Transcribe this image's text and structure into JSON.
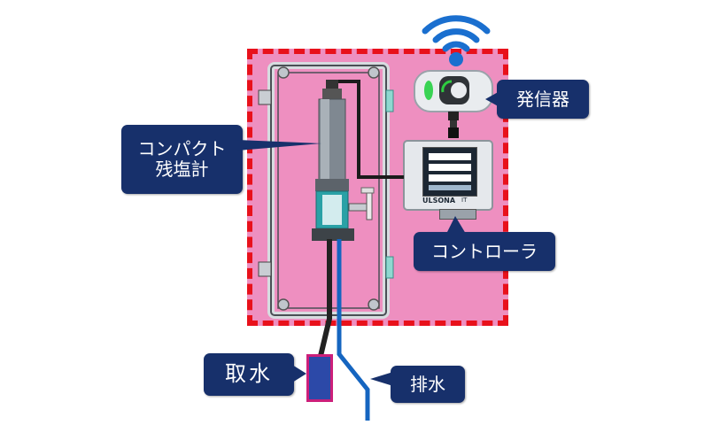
{
  "labels": {
    "compact_meter": [
      "コンパクト",
      "残塩計"
    ],
    "transmitter": "発信器",
    "controller": "コントローラ",
    "intake": "取水",
    "drain": "排水"
  },
  "controller_brand": "ULSONA",
  "controller_model": "IT",
  "colors": {
    "enclosure_fill": "#ee8fc0",
    "enclosure_border": "#e8111b",
    "label_bg": "#17306b",
    "drain_pipe": "#1565c0",
    "intake_pipe": "#222222",
    "intake_box": "#2c49a8",
    "intake_box_border": "#cc1f7a",
    "wifi": "#1a6fcf"
  },
  "icons": [
    "wifi-icon"
  ]
}
